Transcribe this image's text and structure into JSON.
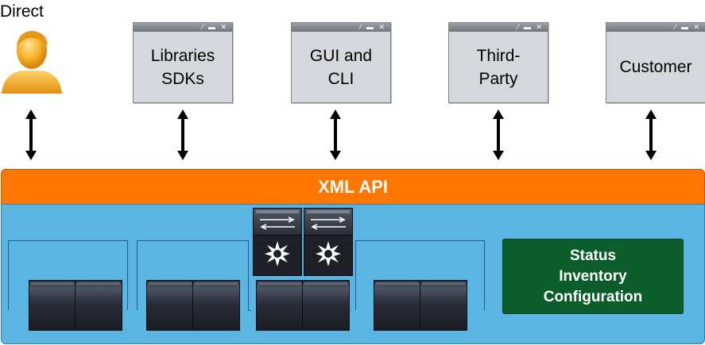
{
  "clients": {
    "direct": {
      "label": "Direct",
      "icon": "user-icon"
    },
    "windows": [
      {
        "label": "Libraries\nSDKs"
      },
      {
        "label": "GUI and\nCLI"
      },
      {
        "label": "Third-\nParty"
      },
      {
        "label": "Customer"
      }
    ]
  },
  "api_layer": {
    "label": "XML API",
    "color": "#ff7700"
  },
  "fabric": {
    "panel_color": "#5ab5e2"
  },
  "status_box": {
    "lines": [
      "Status",
      "Inventory",
      "Configuration"
    ],
    "color": "#0b5d2c"
  }
}
